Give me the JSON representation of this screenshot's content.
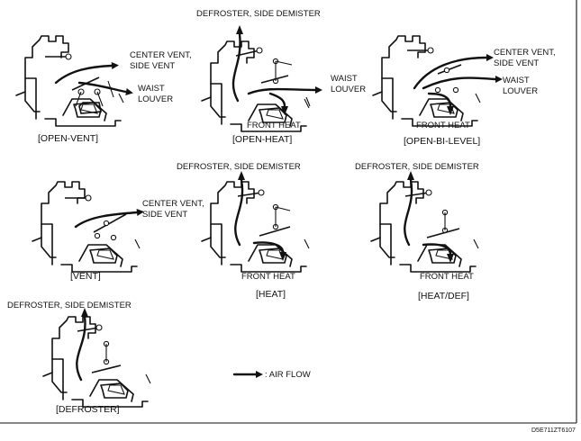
{
  "labels": {
    "open_vent_center": "CENTER VENT,",
    "open_vent_side": "SIDE VENT",
    "open_vent_waist1": "WAIST",
    "open_vent_waist2": "LOUVER",
    "open_heat_defroster": "DEFROSTER, SIDE DEMISTER",
    "open_heat_waist1": "WAIST",
    "open_heat_waist2": "LOUVER",
    "open_heat_front": "FRONT HEAT",
    "bilevel_center": "CENTER VENT,",
    "bilevel_side": "SIDE VENT",
    "bilevel_waist1": "WAIST",
    "bilevel_waist2": "LOUVER",
    "bilevel_front": "FRONT HEAT",
    "vent_center": "CENTER VENT,",
    "vent_side": "SIDE VENT",
    "heat_defroster": "DEFROSTER, SIDE DEMISTER",
    "heat_front": "FRONT HEAT",
    "heatdef_defroster": "DEFROSTER, SIDE DEMISTER",
    "heatdef_front": "FRONT HEAT",
    "defroster_defroster": "DEFROSTER, SIDE DEMISTER",
    "legend": ": AIR FLOW",
    "code": "D5E711ZT6107"
  },
  "captions": {
    "open_vent": "[OPEN-VENT]",
    "open_heat": "[OPEN-HEAT]",
    "open_bilevel": "[OPEN-BI-LEVEL]",
    "vent": "[VENT]",
    "heat": "[HEAT]",
    "heat_def": "[HEAT/DEF]",
    "defroster": "[DEFROSTER]"
  }
}
